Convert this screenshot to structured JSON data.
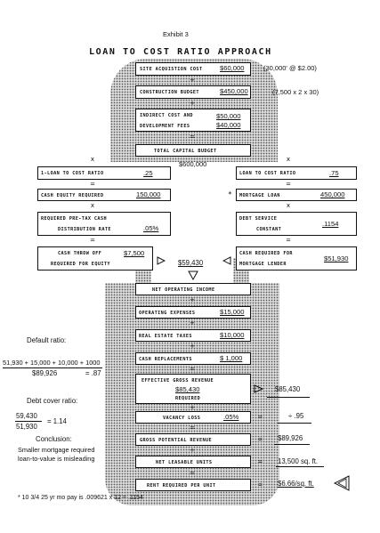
{
  "exhibit": "Exhibit 3",
  "title": "LOAN TO COST RATIO APPROACH",
  "site_cost": {
    "label": "SITE ACQUISTION COST",
    "value": "$60,000",
    "note": "(30,000' @ $2.00)"
  },
  "construction": {
    "label": "CONSTRUCTION BUDGET",
    "value": "$450,000",
    "note": "(7,500 x 2 x 30)"
  },
  "indirect": {
    "label1": "INDIRECT COST AND",
    "label2": "DEVELOPMENT FEES",
    "value1": "$50,000",
    "value2": "$40,000"
  },
  "total_budget": {
    "label": "TOTAL CAPITAL BUDGET",
    "value": "$600,000"
  },
  "one_minus_ltc": {
    "label": "1-LOAN TO COST RATIO",
    "value": ".25"
  },
  "ltc": {
    "label": "LOAN TO COST RATIO",
    "value": ".75"
  },
  "cash_equity": {
    "label": "CASH EQUITY REQUIRED",
    "value": "150,000"
  },
  "mortgage": {
    "label": "MORTGAGE LOAN",
    "value": "450,000",
    "asterisk": "*"
  },
  "pretax": {
    "label1": "REQUIRED PRE-TAX CASH",
    "label2": "DISTRIBUTION RATE",
    "value": ".05%"
  },
  "debt_service": {
    "label1": "DEBT SERVICE",
    "label2": "CONSTANT",
    "value": ".1154"
  },
  "cash_throw": {
    "label1": "CASH THROW OFF",
    "label2": "REQUIRED FOR EQUITY",
    "value": "$7,500"
  },
  "cash_lender": {
    "label1": "CASH REQUIRED FOR",
    "label2": "MORTGAGE LENDER",
    "value": "$51,930"
  },
  "center_sum": "$59,430",
  "noi": {
    "label": "NET OPERATING INCOME"
  },
  "opex": {
    "label": "OPERATING EXPENSES",
    "value": "$15,000"
  },
  "re_taxes": {
    "label": "REAL ESTATE TAXES",
    "value": "$10,000"
  },
  "cash_repl": {
    "label": "CASH REPLACEMENTS",
    "value": "$ 1,000"
  },
  "egr": {
    "label1": "EFFECTIVE GROSS REVENUE",
    "label2": "REQUIRED",
    "value": "$85,430",
    "result": "$85,430"
  },
  "vacancy": {
    "label": "VACANCY LOSS",
    "value": ".05%",
    "result": "÷ .95"
  },
  "gpr": {
    "label": "GROSS POTENTIAL REVENUE",
    "result": "$89,926"
  },
  "nlu": {
    "label": "NET LEASABLE UNITS",
    "result": "13,500 sq. ft."
  },
  "rent": {
    "label": "RENT REQUIRED PER UNIT",
    "result": "$6.66/sq. ft."
  },
  "ops": {
    "x": "x",
    "eq": "=",
    "plus": "+",
    "div": "÷"
  },
  "left_notes": {
    "default_title": "Default ratio:",
    "default_num": "51,930 + 15,000 + 10,000 + 1000",
    "default_den": "$89,926",
    "default_res": "= .87",
    "debt_title": "Debt cover ratio:",
    "debt_num": "59,430",
    "debt_den": "51,930",
    "debt_res": "= 1.14",
    "conclusion_title": "Conclusion:",
    "conclusion_1": "Smaller mortgage required",
    "conclusion_2": "loan-to-value is misleading"
  },
  "footnote": "* 10 3/4 25 yr mo pay is .009621 x 12 = .1154"
}
